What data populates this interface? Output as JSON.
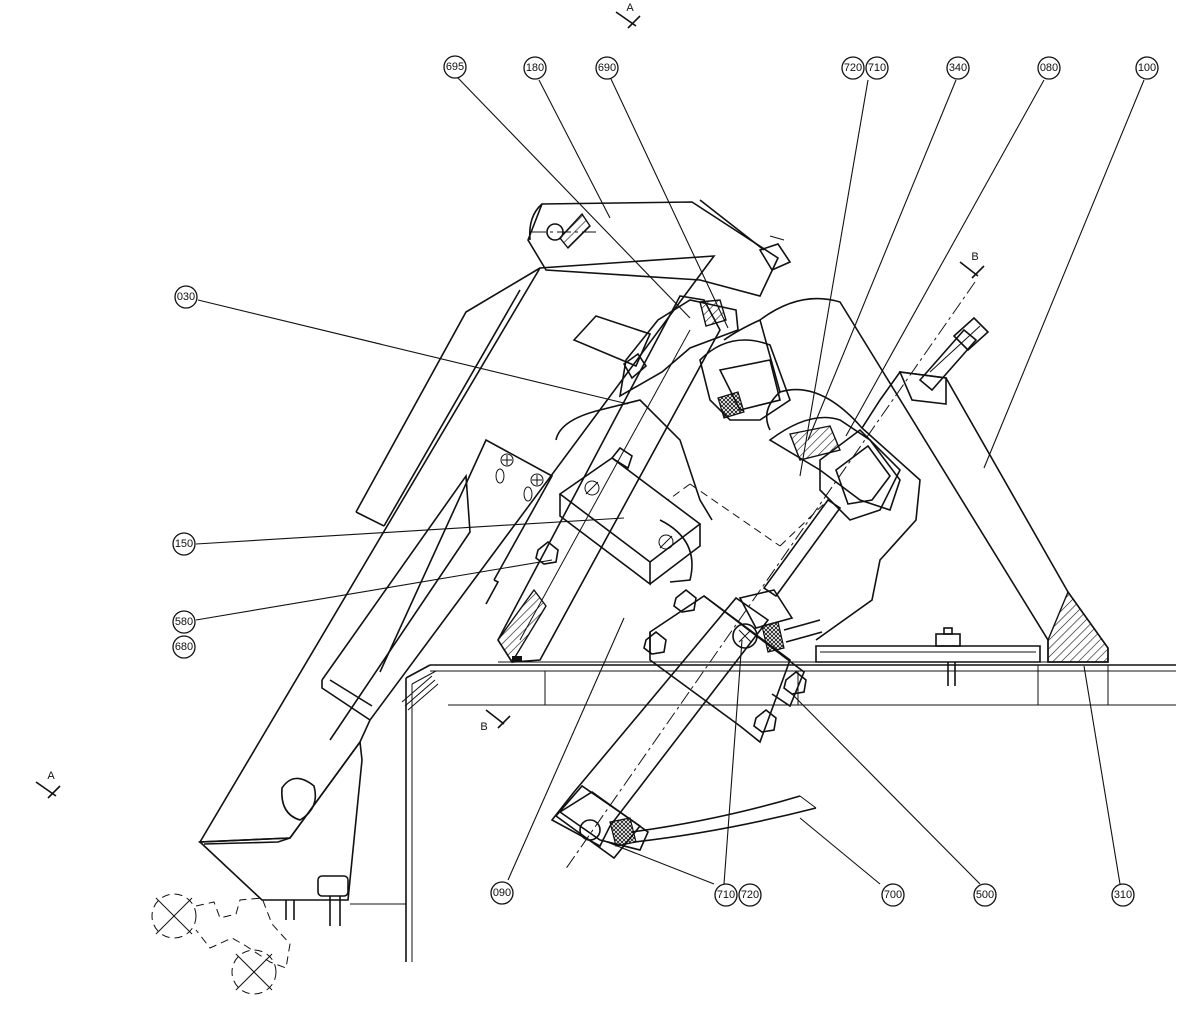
{
  "callouts": {
    "c695": "695",
    "c180": "180",
    "c690": "690",
    "c720_top": "720",
    "c710_top": "710",
    "c340": "340",
    "c080": "080",
    "c100": "100",
    "c030": "030",
    "c150": "150",
    "c580": "580",
    "c680": "680",
    "c090": "090",
    "c710_bottom": "710",
    "c720_bottom": "720",
    "c700": "700",
    "c500": "500",
    "c310": "310"
  },
  "section_marks": {
    "a_top": "A",
    "a_left": "A",
    "b_right": "B",
    "b_left": "B"
  }
}
